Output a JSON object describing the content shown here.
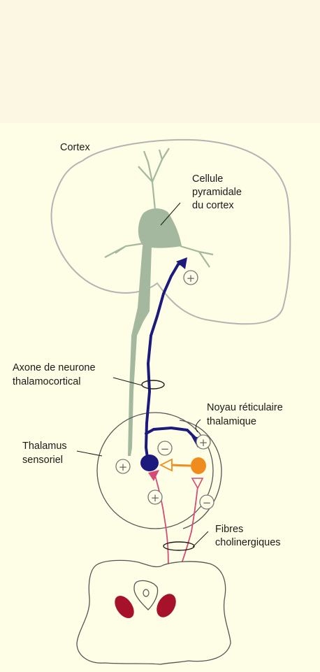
{
  "labels": {
    "cortex": "Cortex",
    "pyramidal": [
      "Cellule",
      "pyramidale",
      "du cortex"
    ],
    "axon": [
      "Axone de neurone",
      "thalamocortical"
    ],
    "reticular": [
      "Noyau réticulaire",
      "thalamique"
    ],
    "thalamus": [
      "Thalamus",
      "sensoriel"
    ],
    "cholinergic": [
      "Fibres",
      "cholinergiques"
    ]
  },
  "signs": {
    "plus": "+",
    "minus": "−"
  },
  "colors": {
    "background": "#fefee6",
    "outline": "#999999",
    "pyramidal_cell": "#a3b89f",
    "thalamocortical_axon": "#1c1a7c",
    "reticular_neuron": "#f08c1e",
    "cholinergic_fibres": "#d64a78",
    "nuclei": "#a5122a"
  }
}
